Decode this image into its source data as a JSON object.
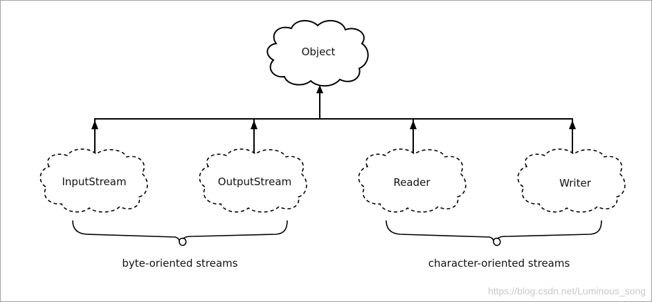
{
  "nodes": {
    "root": {
      "label": "Object"
    },
    "input_stream": {
      "label": "InputStream"
    },
    "output_stream": {
      "label": "OutputStream"
    },
    "reader": {
      "label": "Reader"
    },
    "writer": {
      "label": "Writer"
    }
  },
  "groups": {
    "byte": {
      "label": "byte-oriented streams"
    },
    "character": {
      "label": "character-oriented streams"
    }
  },
  "watermark": "https://blog.csdn.net/Luminous_song",
  "colors": {
    "stroke": "#000000",
    "background": "#ffffff",
    "watermark": "#c9c9c9"
  }
}
